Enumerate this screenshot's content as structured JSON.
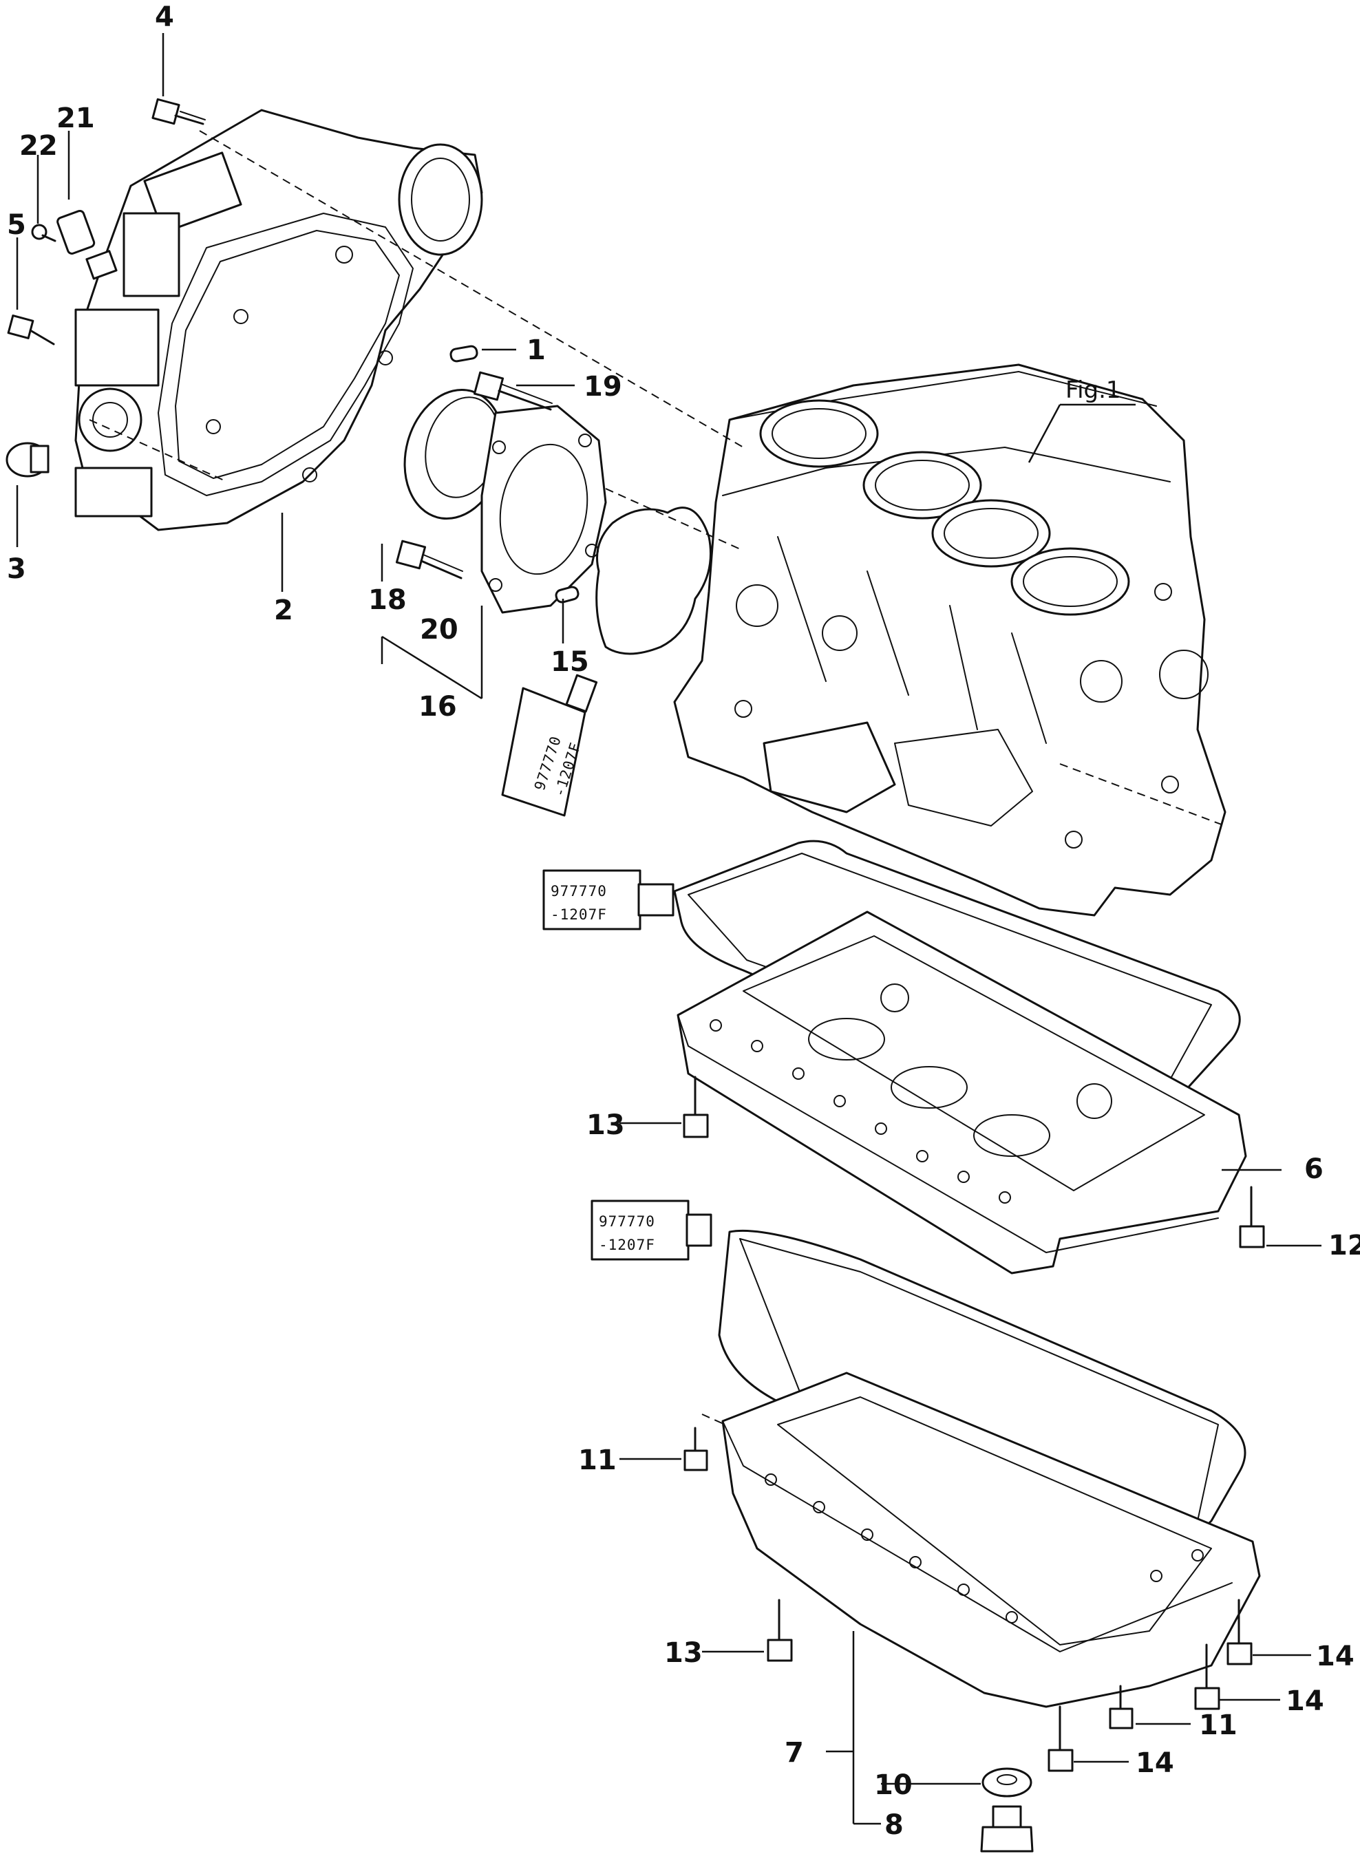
{
  "figure_reference": "Fig.1",
  "sealant_code": [
    "977770",
    "-1207F"
  ],
  "callouts": {
    "c1": "1",
    "c2": "2",
    "c3": "3",
    "c4": "4",
    "c5": "5",
    "c6": "6",
    "c7": "7",
    "c8": "8",
    "c10": "10",
    "c11a": "11",
    "c11b": "11",
    "c12": "12",
    "c13a": "13",
    "c13b": "13",
    "c14a": "14",
    "c14b": "14",
    "c14c": "14",
    "c15": "15",
    "c16": "16",
    "c18": "18",
    "c19": "19",
    "c20": "20",
    "c21": "21",
    "c22": "22"
  }
}
